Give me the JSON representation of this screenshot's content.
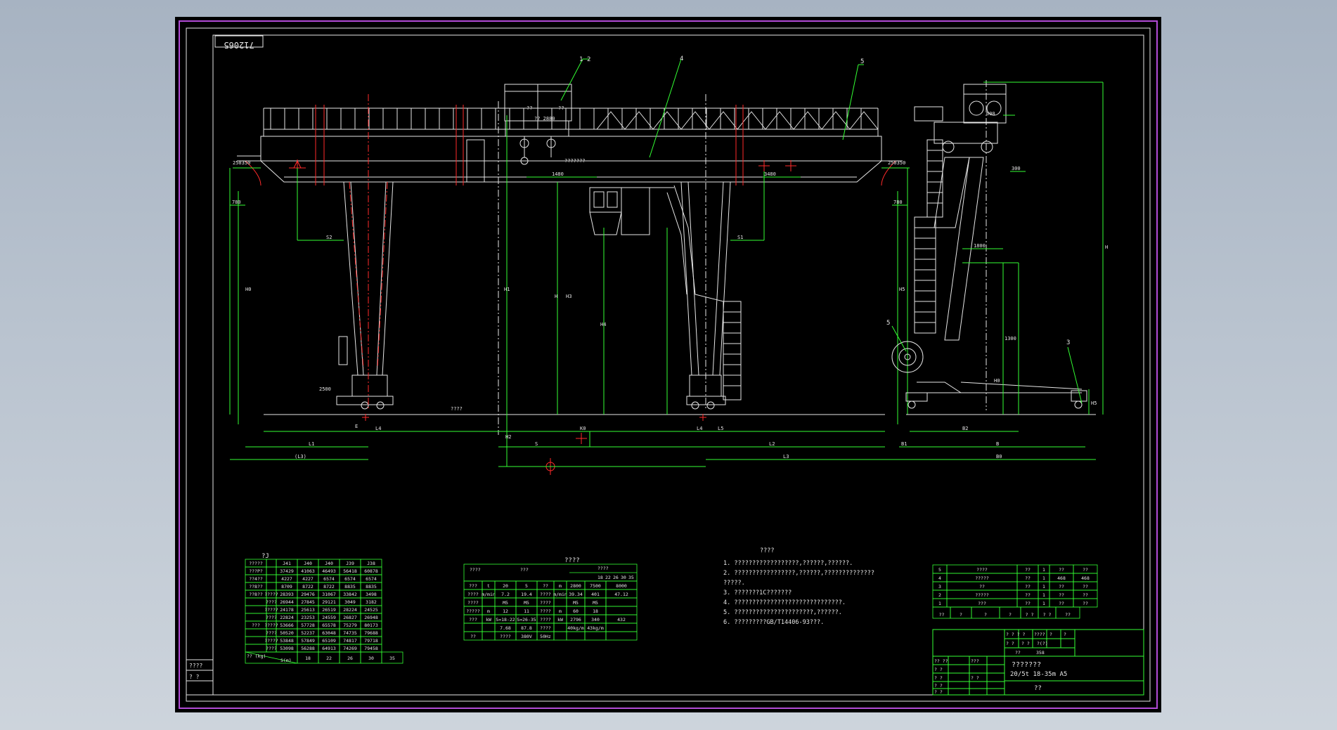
{
  "drawing_number": "712065",
  "balloons": [
    "1",
    "2",
    "4",
    "5",
    "5",
    "3"
  ],
  "hoist_labels": [
    "?? 2880",
    "??",
    "??",
    "???????"
  ],
  "dimensions": {
    "main_view": [
      "250350",
      "250350",
      "780",
      "780",
      "S2",
      "S1",
      "1480",
      "3480",
      "H1",
      "H",
      "H0",
      "H4",
      "H5",
      "L1",
      "(L3)",
      "L4",
      "L5",
      "L4",
      "S",
      "L2",
      "L3",
      "H2",
      "K0",
      "2500",
      "????",
      "H3",
      "E"
    ],
    "side_view": [
      "600",
      "300",
      "1800",
      "H",
      "H0",
      "1300",
      "B2",
      "B1",
      "B",
      "B0",
      "H5"
    ]
  },
  "params_table": {
    "title": "?J",
    "header": [
      "?????",
      "",
      "J41",
      "J40",
      "J40",
      "J39",
      "J38"
    ],
    "rows": [
      [
        "???P?",
        "",
        "37429",
        "41063",
        "46493",
        "56418",
        "60878"
      ],
      [
        "??4??",
        "",
        "4227",
        "4227",
        "6574",
        "6574",
        "6574"
      ],
      [
        "??8??",
        "",
        "8709",
        "8722",
        "8722",
        "8835",
        "8835"
      ],
      [
        "??8??",
        "?????",
        "28393",
        "29476",
        "31067",
        "33842",
        "3498"
      ],
      [
        "",
        "????",
        "26944",
        "27845",
        "29121",
        "3049",
        "3182"
      ],
      [
        "",
        "?????",
        "24178",
        "25613",
        "26519",
        "28224",
        "24525"
      ],
      [
        "",
        "????",
        "22824",
        "23253",
        "24559",
        "26827",
        "26948"
      ],
      [
        "???",
        "?????",
        "53666",
        "57728",
        "65578",
        "75279",
        "80173"
      ],
      [
        "",
        "????",
        "50520",
        "52237",
        "63048",
        "74735",
        "79688"
      ],
      [
        "",
        "?????",
        "53848",
        "57849",
        "65109",
        "74817",
        "79718"
      ],
      [
        "",
        "????",
        "53098",
        "56288",
        "64913",
        "74269",
        "79458"
      ]
    ],
    "footer_label_top": "?? (kg)",
    "footer_label_bottom": "S(m)",
    "footer": [
      "18",
      "22",
      "26",
      "30",
      "35"
    ]
  },
  "spec_table": {
    "title": "????",
    "col_header_1": "????",
    "col_header_2": "???",
    "col_header_3": "????",
    "sub_header": [
      "18",
      "22",
      "26",
      "30",
      "35"
    ],
    "rows": [
      [
        "???",
        "t",
        "20",
        "5",
        "??",
        "m",
        "2800",
        "7500",
        "8000"
      ],
      [
        "????",
        "m/min",
        "7.2",
        "19.4",
        "????",
        "m/min",
        "39.34",
        "401",
        "47.12"
      ],
      [
        "????",
        "",
        "M5",
        "M5",
        "????",
        "",
        "M5",
        "M5",
        ""
      ],
      [
        "?????",
        "m",
        "12",
        "11",
        "????",
        "m",
        "60",
        "18",
        ""
      ],
      [
        "???",
        "kW",
        "S=18-22",
        "S=26-35",
        "????",
        "kW",
        "2796",
        "340",
        "432"
      ],
      [
        "",
        "",
        "7.68",
        "87.8",
        "????",
        "",
        "40kg/m",
        "43kg/m",
        ""
      ],
      [
        "??",
        "",
        "????",
        "380V",
        "50Hz",
        "",
        "",
        "",
        ""
      ]
    ]
  },
  "notes": {
    "title": "????",
    "lines": [
      "1.  ??????????????????,??????,??????.",
      "2.  ?????????????????,??????,??????????????",
      "     ?????.",
      "3.  ???????1C???????",
      "4.  ??????????????????????????????.",
      "5.  ??????????????????????,??????.",
      "6.  ?????????GB/T14406-93???."
    ]
  },
  "parts_list": {
    "rows": [
      [
        "5",
        "????",
        "??",
        "1",
        "??",
        "??"
      ],
      [
        "4",
        "?????",
        "??",
        "1",
        "468",
        "468"
      ],
      [
        "3",
        "??",
        "??",
        "1",
        "??",
        "??"
      ],
      [
        "2",
        "?????",
        "??",
        "1",
        "??",
        "??"
      ],
      [
        "1",
        "???",
        "??",
        "1",
        "??",
        "??"
      ]
    ],
    "header": [
      "??",
      "?",
      "?",
      "?",
      "? ?",
      "? ?",
      "??"
    ]
  },
  "title_block": {
    "name": "???????",
    "model": "20/5t  18-35m  A5",
    "company": "??",
    "scale_row": [
      "? ? ? ?",
      "????",
      "?",
      "?"
    ],
    "scale_row2": [
      "? ?",
      "? ?",
      "?(?)"
    ],
    "sheet_row": [
      "??",
      "358"
    ],
    "sign_labels": [
      "?? ??",
      "? ?",
      "???",
      "? ?",
      "? ?",
      "? ?",
      "? ?"
    ]
  },
  "left_block": [
    "????",
    "?   ?"
  ]
}
